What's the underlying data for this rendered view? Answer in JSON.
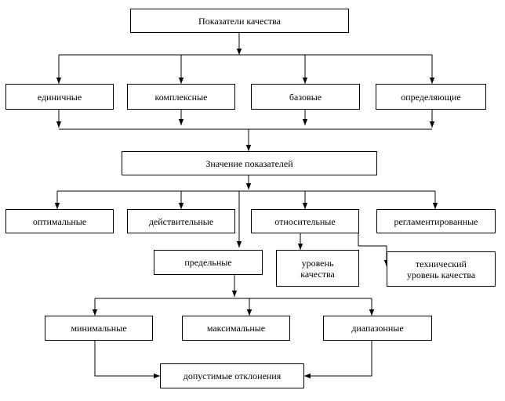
{
  "diagram": {
    "root": "Показатели качества",
    "level1": [
      "единичные",
      "комплексные",
      "базовые",
      "определяющие"
    ],
    "values": "Значение показателей",
    "level2": [
      "оптимальные",
      "действительные",
      "относительные",
      "регламентированные"
    ],
    "limits": "предельные",
    "quality_level": "уровень\nкачества",
    "tech_quality_level": "технический\nуровень качества",
    "level3": [
      "минимальные",
      "максимальные",
      "диапазонные"
    ],
    "deviations": "допустимые отклонения"
  }
}
